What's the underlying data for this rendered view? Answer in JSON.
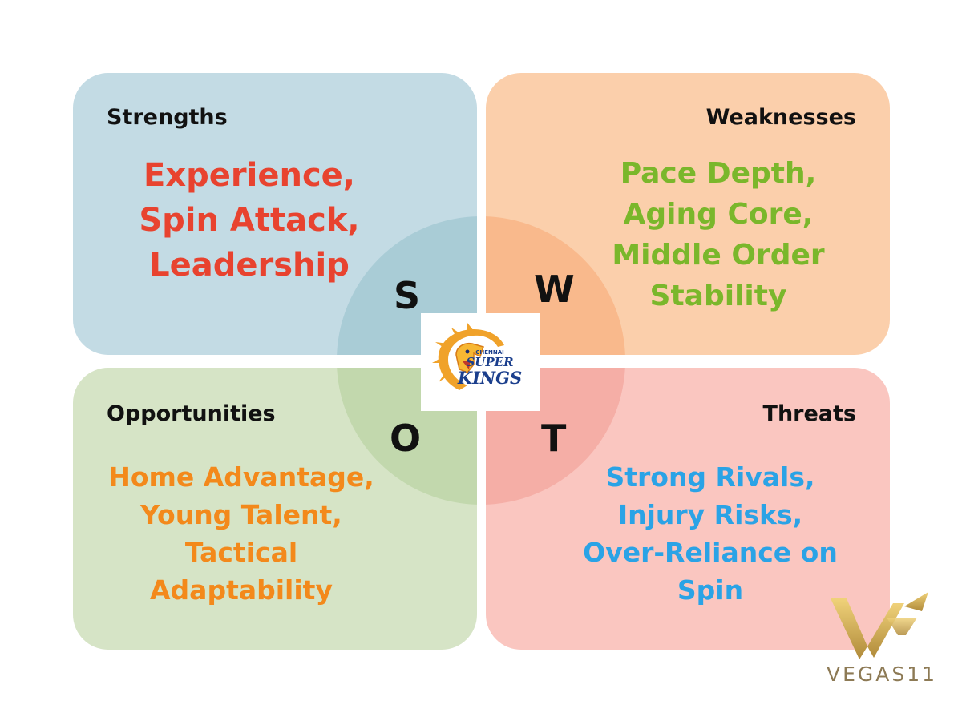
{
  "swot": {
    "strengths": {
      "heading": "Strengths",
      "letter": "S",
      "items": [
        "Experience,",
        "Spin Attack,",
        "Leadership"
      ],
      "color": "#e8432f"
    },
    "weaknesses": {
      "heading": "Weaknesses",
      "letter": "W",
      "items": [
        "Pace Depth,",
        "Aging Core,",
        "Middle Order",
        "Stability"
      ],
      "color": "#7ab72b"
    },
    "opportunities": {
      "heading": "Opportunities",
      "letter": "O",
      "items": [
        "Home Advantage,",
        "Young Talent,",
        "Tactical",
        "Adaptability"
      ],
      "color": "#f3891b"
    },
    "threats": {
      "heading": "Threats",
      "letter": "T",
      "items": [
        "Strong Rivals,",
        "Injury Risks,",
        "Over-Reliance on",
        "Spin"
      ],
      "color": "#2aa3e6"
    }
  },
  "center_logo": {
    "icon": "lion-logo-icon",
    "text": "CHENNAI SUPER KINGS"
  },
  "watermark": {
    "icon": "vegas11-logo-icon",
    "text": "VEGAS11"
  }
}
